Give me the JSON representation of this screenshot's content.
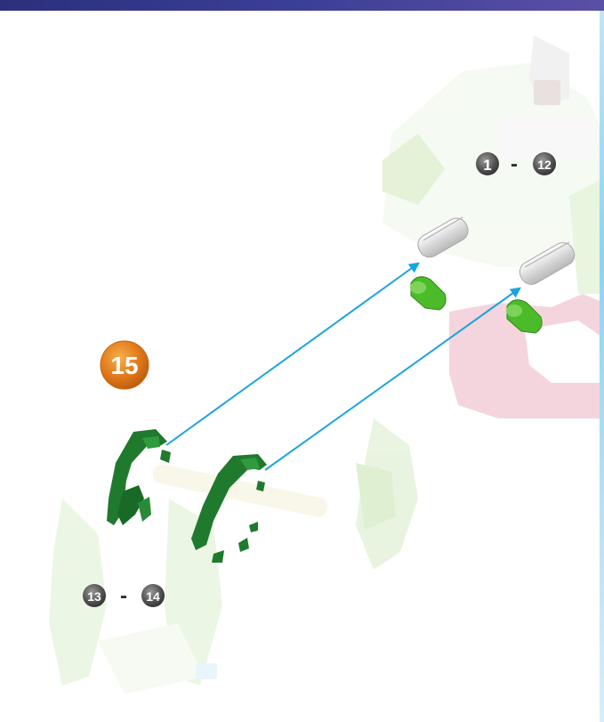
{
  "step": {
    "number": "15"
  },
  "callouts": {
    "top_range": {
      "from": "1",
      "to": "12",
      "separator": "-"
    },
    "bottom_range": {
      "from": "13",
      "to": "14",
      "separator": "-"
    }
  },
  "colors": {
    "step_badge": "#e0781a",
    "part_green": "#1f7a2e",
    "peg_green": "#4cbb2a",
    "arrow_blue": "#1aa3e0",
    "callout_gray": "#555555",
    "frame_faded": "#dcefd0",
    "wheel_faded": "#f2c4cf",
    "header_band": "#3c3f96"
  }
}
